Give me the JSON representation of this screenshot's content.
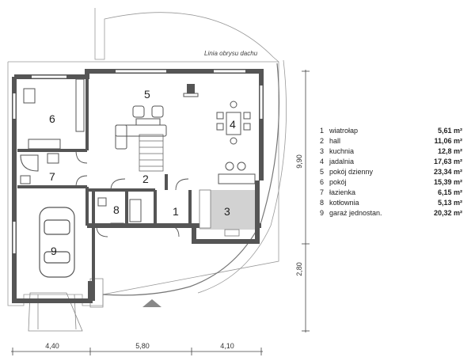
{
  "roof_outline_label": "Linia obrysu dachu",
  "rooms": [
    {
      "num": "1",
      "name": "wiatrołap",
      "area": "5,61 m²"
    },
    {
      "num": "2",
      "name": "hall",
      "area": "11,06 m²"
    },
    {
      "num": "3",
      "name": "kuchnia",
      "area": "12,8 m²"
    },
    {
      "num": "4",
      "name": "jadalnia",
      "area": "17,63 m²"
    },
    {
      "num": "5",
      "name": "pokój dzienny",
      "area": "23,34 m²"
    },
    {
      "num": "6",
      "name": "pokój",
      "area": "15,39 m²"
    },
    {
      "num": "7",
      "name": "łazienka",
      "area": "6,15 m²"
    },
    {
      "num": "8",
      "name": "kotłownia",
      "area": "5,13 m²"
    },
    {
      "num": "9",
      "name": "garaż jednostan.",
      "area": "20,32 m²"
    }
  ],
  "dimensions": {
    "bottom": [
      "4,40",
      "5,80",
      "4,10"
    ],
    "right": [
      "9,90",
      "2,80"
    ]
  },
  "colors": {
    "wall": "#555555",
    "kitchen_fill": "#d2d2d2",
    "floor_fill": "#ffffff",
    "outline": "#999999"
  }
}
